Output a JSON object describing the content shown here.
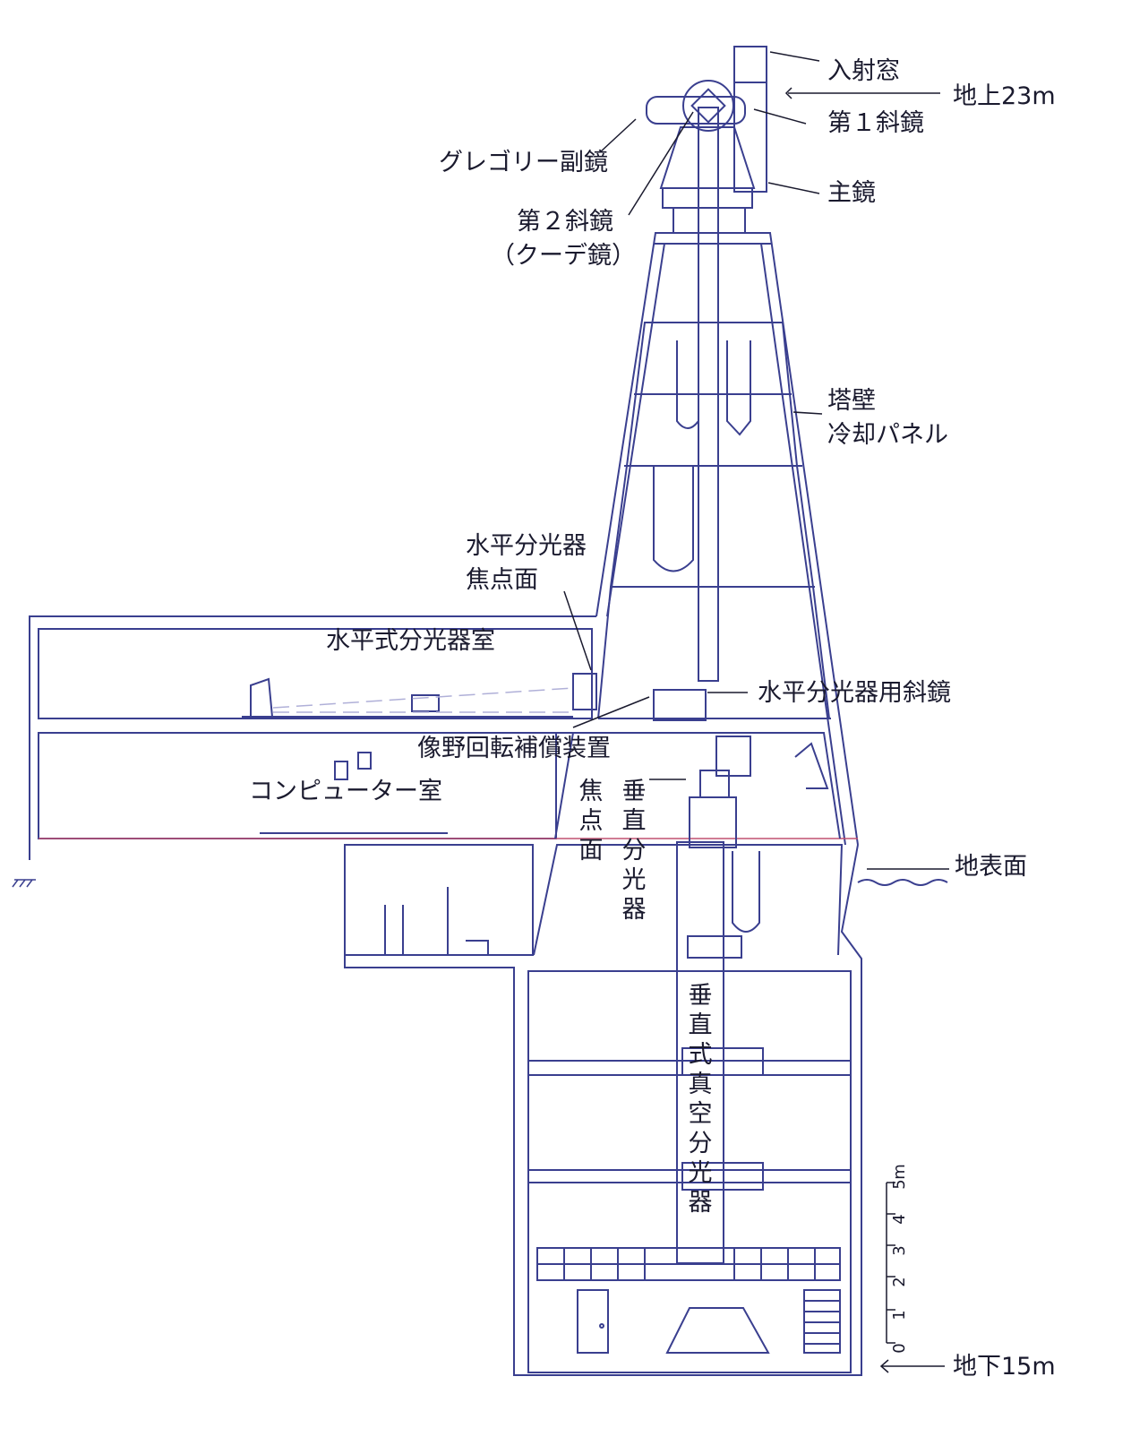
{
  "labels": {
    "entrance_window": "入射窓",
    "ground_23m": "地上23m",
    "first_mirror": "第１斜鏡",
    "gregory_secondary": "グレゴリー副鏡",
    "primary_mirror": "主鏡",
    "second_mirror": "第２斜鏡",
    "coude_mirror": "（クーデ鏡）",
    "tower_wall": "塔壁",
    "cooling_panel": "冷却パネル",
    "horizontal_focal_1": "水平分光器",
    "horizontal_focal_2": "焦点面",
    "horizontal_room": "水平式分光器室",
    "horizontal_mirror": "水平分光器用斜鏡",
    "derotator": "像野回転補償装置",
    "computer_room": "コンピューター室",
    "vertical_focal": "焦点面",
    "vertical_spectrograph": "垂直分光器",
    "ground_surface": "地表面",
    "vacuum_spectrograph": "垂直式真空分光器",
    "underground_15m": "地下15m"
  },
  "scale": {
    "unit": "m",
    "ticks": [
      "0",
      "1",
      "2",
      "3",
      "4",
      "5"
    ]
  },
  "colors": {
    "line": "#3a3f8f",
    "text": "#1a1a2e",
    "beam": "#b0b0d8",
    "floor_accent": "#c05070"
  }
}
